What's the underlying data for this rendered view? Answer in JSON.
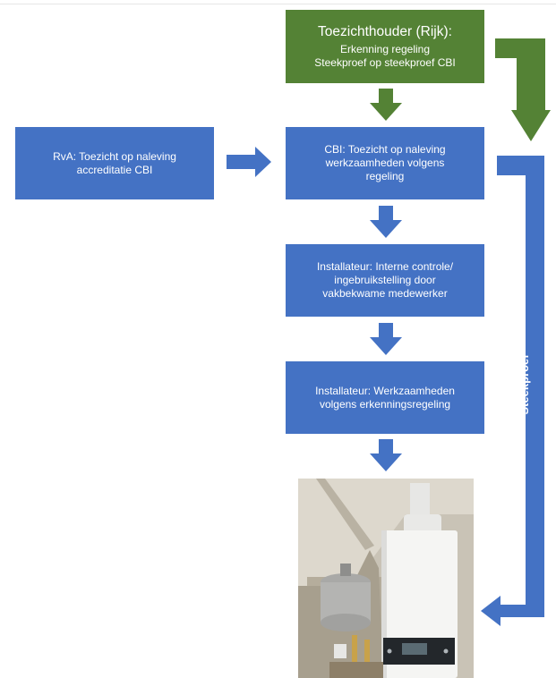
{
  "boxes": {
    "toezichthouder": {
      "title": "Toezichthouder (Rijk):",
      "lines": [
        "Erkenning regeling",
        "Steekproef op steekproef CBI"
      ]
    },
    "rva": {
      "lines": [
        "RvA: Toezicht op naleving",
        "accreditatie CBI"
      ]
    },
    "cbi": {
      "lines": [
        "CBI: Toezicht op naleving",
        "werkzaamheden volgens",
        "regeling"
      ]
    },
    "installateur_controle": {
      "lines": [
        "Installateur: Interne controle/",
        "ingebruikstelling door",
        "vakbekwame medewerker"
      ]
    },
    "installateur_werk": {
      "lines": [
        "Installateur: Werkzaamheden",
        "volgens erkenningsregeling"
      ]
    }
  },
  "connector_label": "Steekproef",
  "photo": {
    "subject": "wall-mounted-boiler-photo"
  },
  "colors": {
    "blue": "#4472c4",
    "green": "#548235",
    "text": "#ffffff"
  }
}
